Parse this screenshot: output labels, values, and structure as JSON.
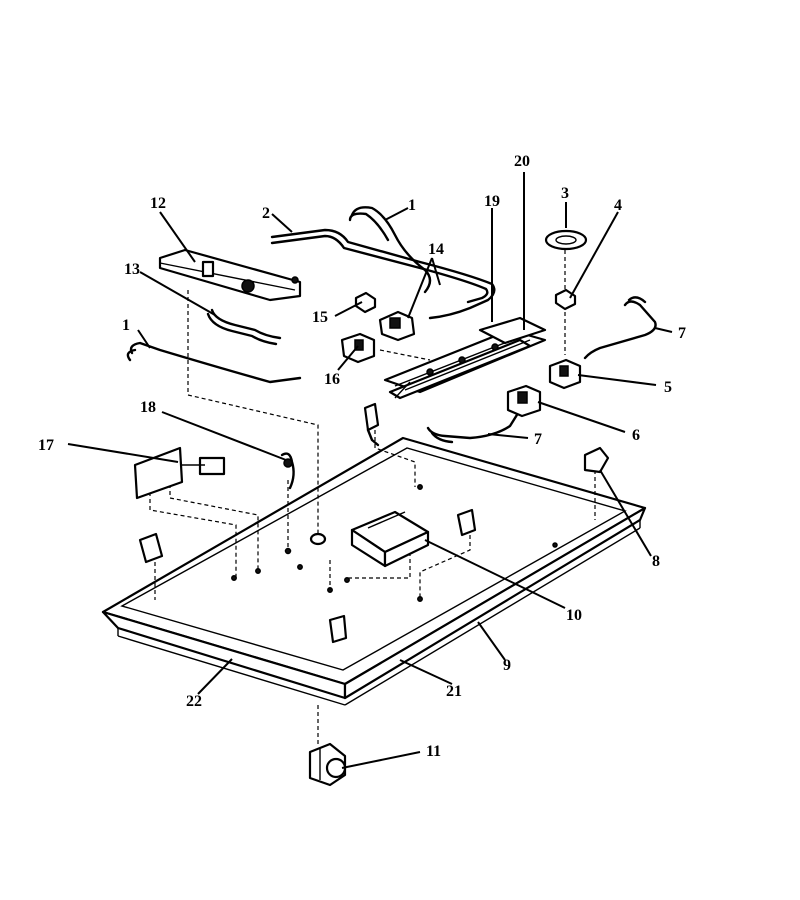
{
  "callouts": [
    {
      "id": "1",
      "label": "1"
    },
    {
      "id": "1b",
      "label": "1"
    },
    {
      "id": "2",
      "label": "2"
    },
    {
      "id": "3",
      "label": "3"
    },
    {
      "id": "4",
      "label": "4"
    },
    {
      "id": "5",
      "label": "5"
    },
    {
      "id": "6",
      "label": "6"
    },
    {
      "id": "7",
      "label": "7"
    },
    {
      "id": "7b",
      "label": "7"
    },
    {
      "id": "8",
      "label": "8"
    },
    {
      "id": "9",
      "label": "9"
    },
    {
      "id": "10",
      "label": "10"
    },
    {
      "id": "11",
      "label": "11"
    },
    {
      "id": "12",
      "label": "12"
    },
    {
      "id": "13",
      "label": "13"
    },
    {
      "id": "14",
      "label": "14"
    },
    {
      "id": "15",
      "label": "15"
    },
    {
      "id": "16",
      "label": "16"
    },
    {
      "id": "17",
      "label": "17"
    },
    {
      "id": "18",
      "label": "18"
    },
    {
      "id": "19",
      "label": "19"
    },
    {
      "id": "20",
      "label": "20"
    },
    {
      "id": "21",
      "label": "21"
    },
    {
      "id": "22",
      "label": "22"
    }
  ]
}
